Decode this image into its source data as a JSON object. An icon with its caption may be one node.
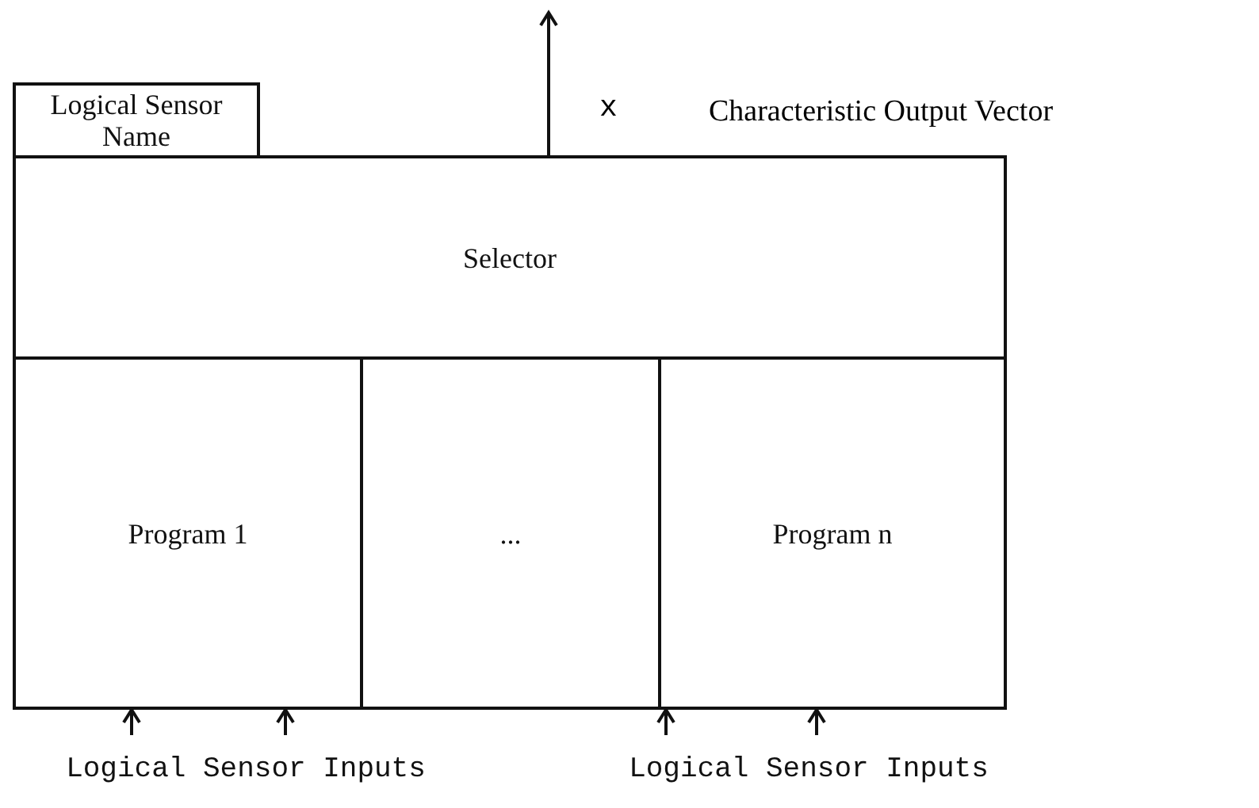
{
  "diagram": {
    "nodes": [
      {
        "text": [
          "Logical Sensor Name"
        ]
      },
      {
        "text": [
          "Selector"
        ]
      },
      {
        "text": [
          "Program 1"
        ]
      },
      {
        "text": [
          "..."
        ]
      },
      {
        "text": [
          "Program n"
        ]
      },
      {
        "text": [
          "Logical Sensor Inputs"
        ]
      },
      {
        "text": [
          "Logical Sensor Inputs"
        ]
      }
    ],
    "edges": [
      {
        "from": 5,
        "to": 2,
        "arrow": "to"
      },
      {
        "from": 5,
        "to": 2,
        "arrow": "to"
      },
      {
        "from": 6,
        "to": 4,
        "arrow": "to"
      },
      {
        "from": 6,
        "to": 4,
        "arrow": "to"
      },
      {
        "from": 1,
        "to": null,
        "arrow": "to",
        "label": "x"
      }
    ],
    "labels": [
      "Characteristic Output Vector"
    ]
  }
}
